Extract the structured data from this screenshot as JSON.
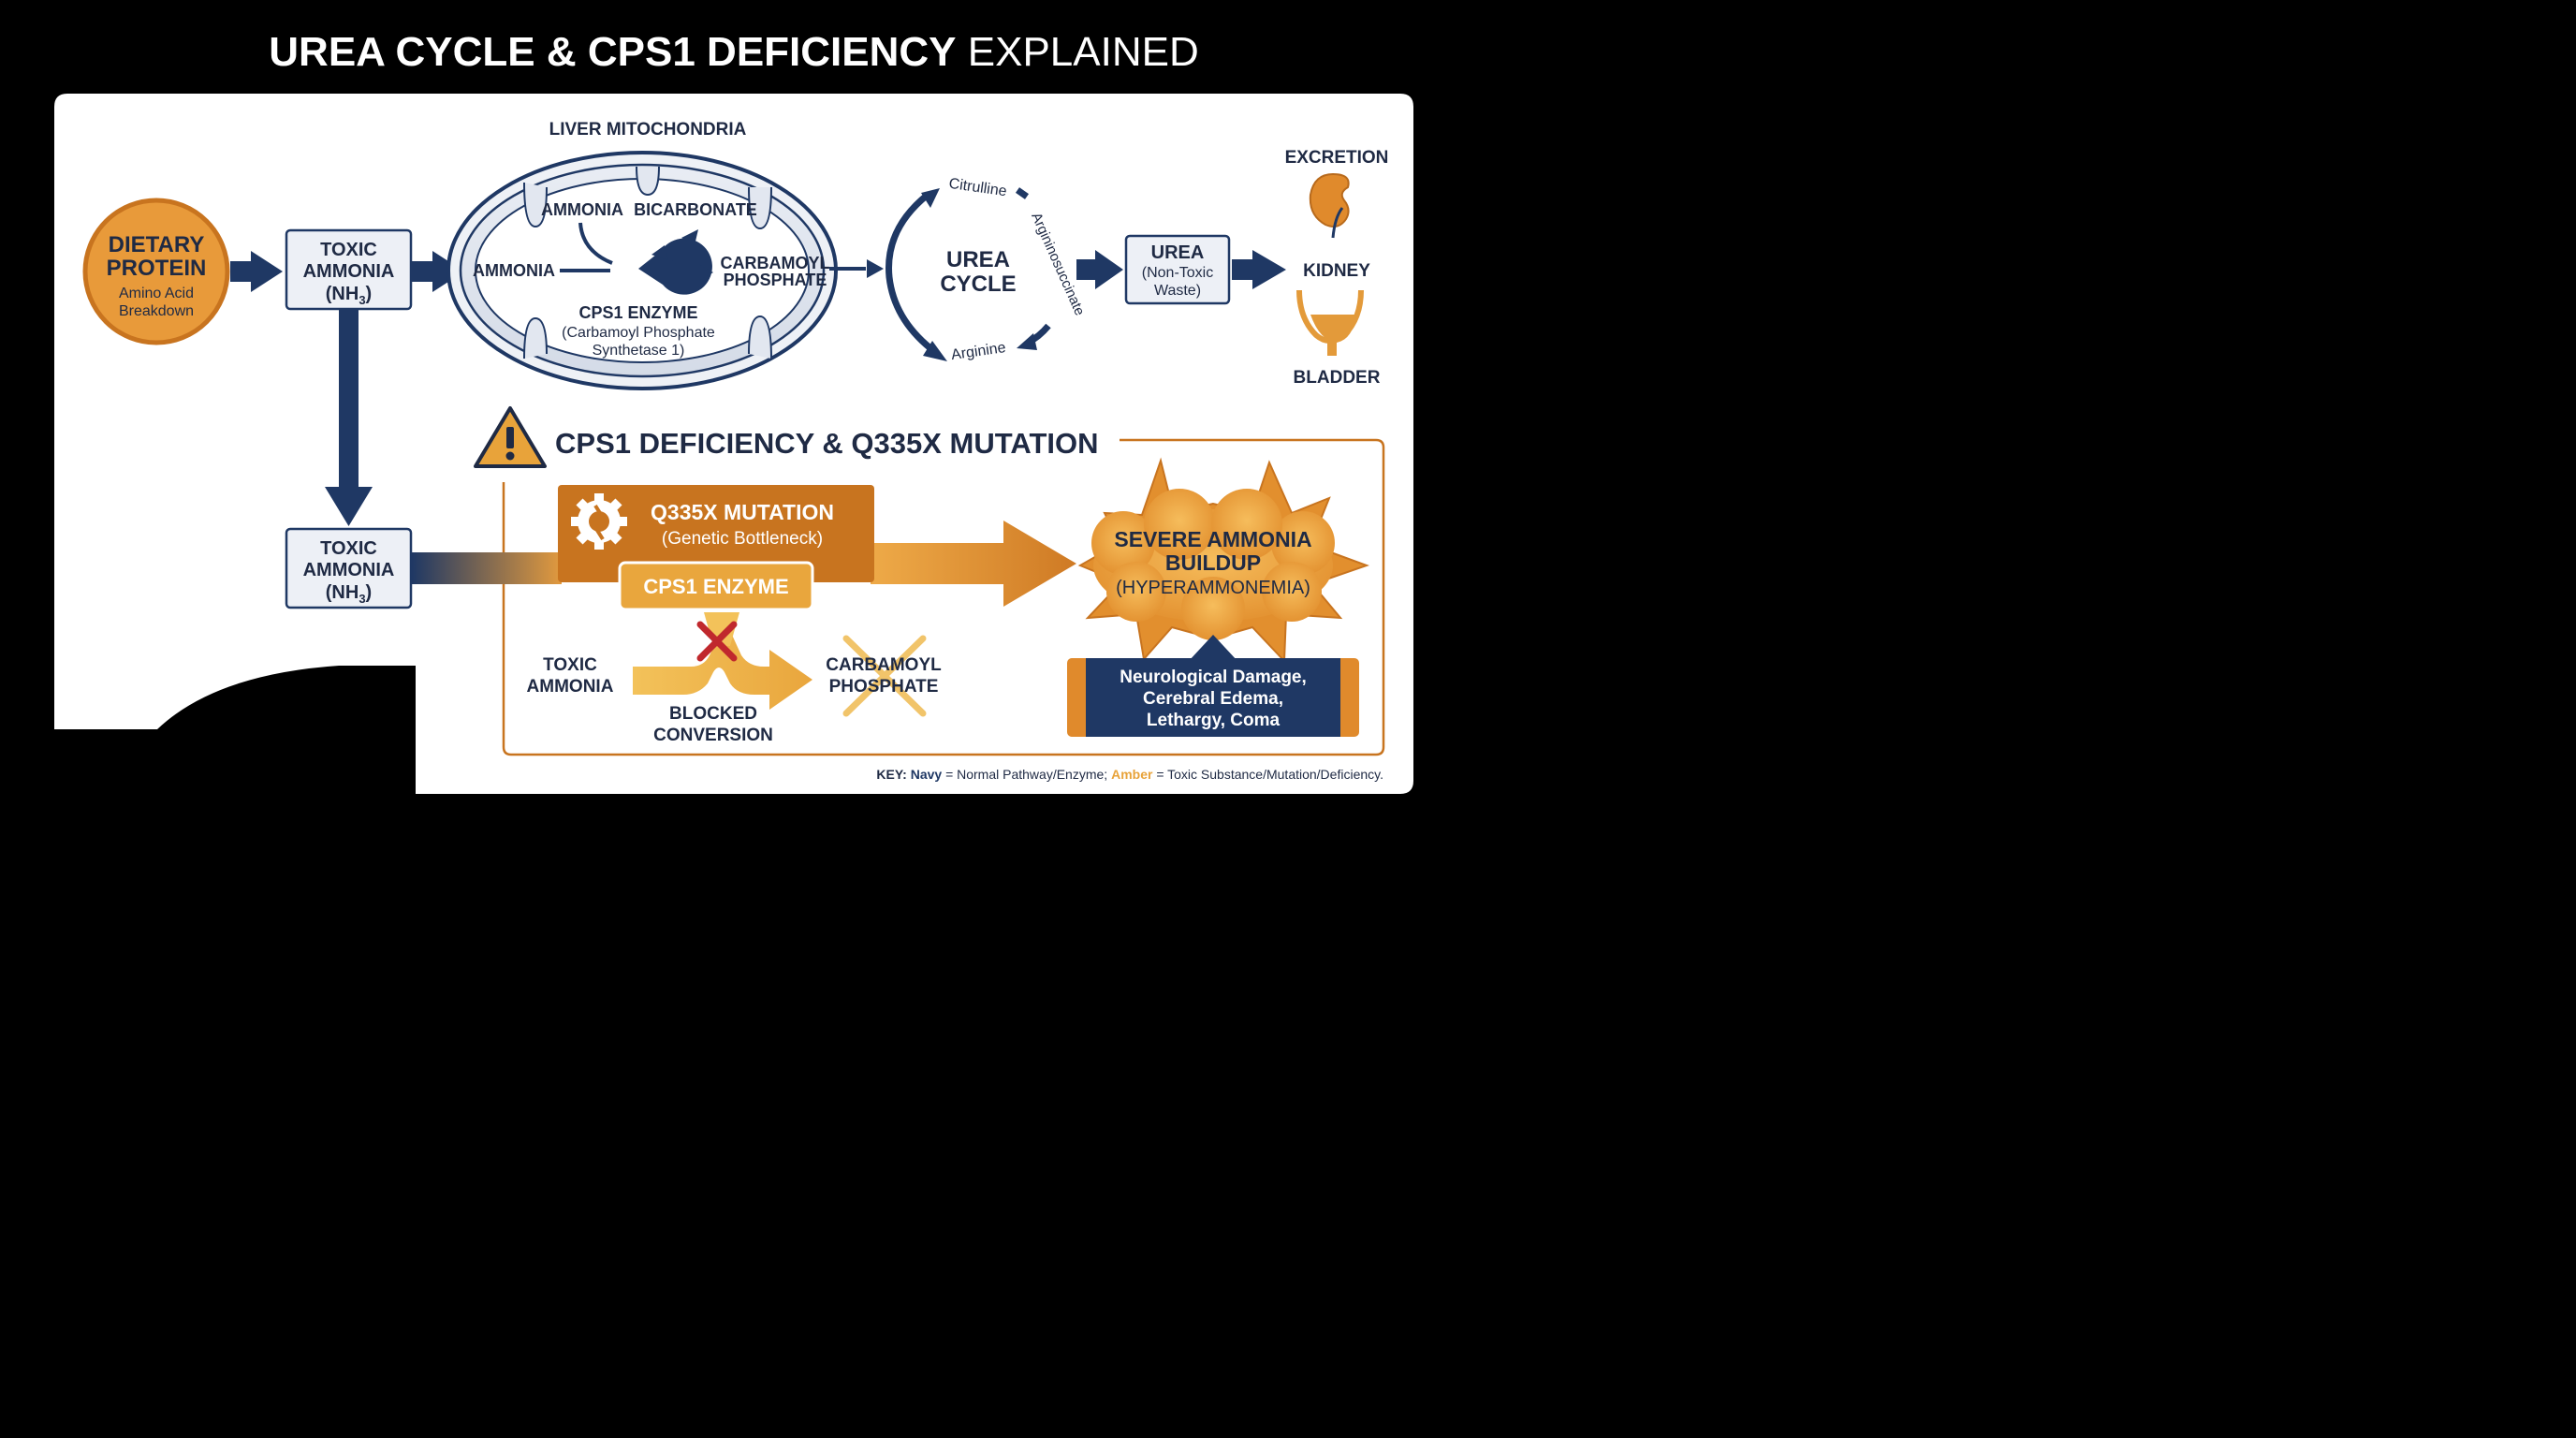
{
  "title": {
    "bold": "UREA CYCLE & CPS1 DEFICIENCY",
    "light": "EXPLAINED"
  },
  "colors": {
    "navy": "#1f3864",
    "amber": "#e8a33a",
    "amber_dark": "#c8741f",
    "orange": "#e89a3a",
    "red": "#c0282d",
    "panel": "#ffffff",
    "box_fill": "#edf0f6",
    "background": "#000000"
  },
  "dietary": {
    "title1": "DIETARY",
    "title2": "PROTEIN",
    "sub1": "Amino Acid",
    "sub2": "Breakdown"
  },
  "toxic_top": {
    "line1": "TOXIC",
    "line2": "AMMONIA",
    "nh": "(NH",
    "sub": "3",
    "close": ")"
  },
  "mito": {
    "label": "LIVER MITOCHONDRIA",
    "ammonia_inner": "AMMONIA",
    "bicarbonate": "BICARBONATE",
    "ammonia_left": "AMMONIA",
    "carbamoyl1": "CARBAMOYL",
    "carbamoyl2": "PHOSPHATE",
    "enzyme_title": "CPS1 ENZYME",
    "enzyme_sub1": "(Carbamoyl Phosphate",
    "enzyme_sub2": "Synthetase 1)"
  },
  "cycle": {
    "line1": "UREA",
    "line2": "CYCLE",
    "citrulline": "Citrulline",
    "argininosuccinate": "Argininosuccinate",
    "arginine": "Arginine"
  },
  "urea_box": {
    "title": "UREA",
    "sub1": "(Non-Toxic",
    "sub2": "Waste)"
  },
  "excretion": {
    "label": "EXCRETION",
    "kidney": "KIDNEY",
    "bladder": "BLADDER",
    "kidney_icon": "kidney-icon",
    "bladder_icon": "bladder-icon"
  },
  "deficiency": {
    "header": "CPS1 DEFICIENCY & Q335X MUTATION",
    "warning_icon": "warning-icon"
  },
  "toxic_bottom": {
    "line1": "TOXIC",
    "line2": "AMMONIA",
    "nh": "(NH",
    "sub": "3",
    "close": ")"
  },
  "mutation": {
    "title": "Q335X MUTATION",
    "sub": "(Genetic Bottleneck)",
    "enzyme": "CPS1 ENZYME",
    "gear_icon": "broken-gear-icon"
  },
  "blocked": {
    "toxic1": "TOXIC",
    "toxic2": "AMMONIA",
    "blocked1": "BLOCKED",
    "blocked2": "CONVERSION",
    "carb1": "CARBAMOYL",
    "carb2": "PHOSPHATE"
  },
  "buildup": {
    "line1": "SEVERE AMMONIA",
    "line2": "BUILDUP",
    "line3": "(HYPERAMMONEMIA)"
  },
  "effects": {
    "line1": "Neurological Damage,",
    "line2": "Cerebral Edema,",
    "line3": "Lethargy, Coma"
  },
  "key": {
    "prefix": "KEY:",
    "navy_word": "Navy",
    "navy_text": "= Normal Pathway/Enzyme;",
    "amber_word": "Amber",
    "amber_text": "= Toxic Substance/Mutation/Deficiency."
  }
}
